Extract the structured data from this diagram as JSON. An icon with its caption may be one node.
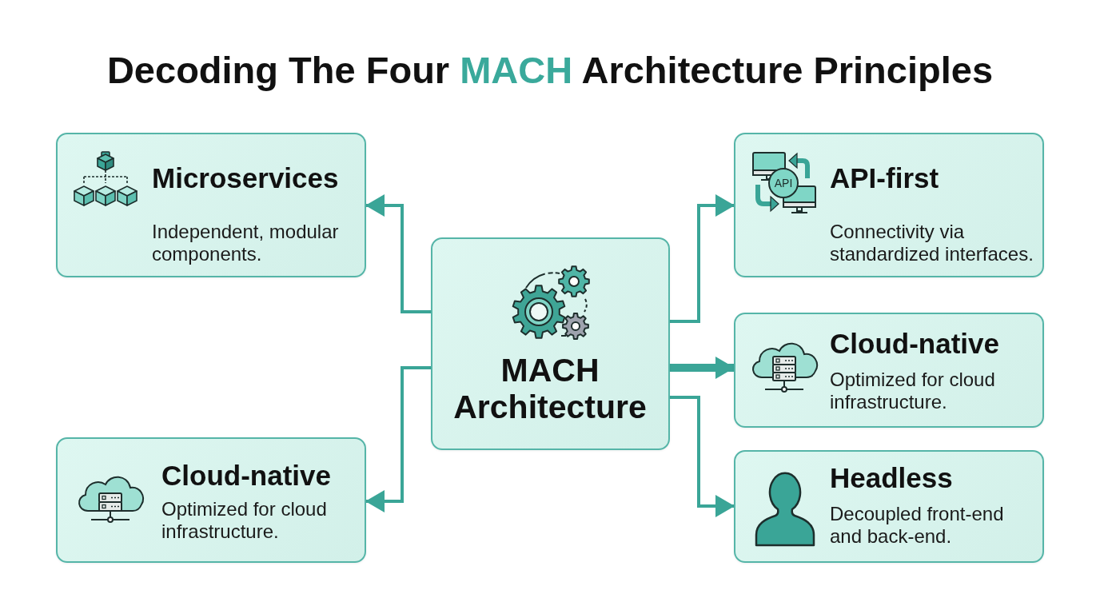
{
  "diagram": {
    "title": "Decoding The Four **MACH** Architecture Principles",
    "nodes": [
      {
        "text": [
          "Microservices",
          "Independent, modular components."
        ]
      },
      {
        "text": [
          "API-first",
          "Connectivity via standardized interfaces."
        ]
      },
      {
        "text": [
          "MACH Architecture"
        ]
      },
      {
        "text": [
          "Cloud-native",
          "Optimized for cloud infrastructure."
        ]
      },
      {
        "text": [
          "Cloud-native",
          "Optimized for cloud infrastructure."
        ]
      },
      {
        "text": [
          "Headless",
          "Decoupled front-end and back-end."
        ]
      }
    ],
    "edges": [
      {
        "from": 2,
        "to": 0,
        "arrow": "to"
      },
      {
        "from": 2,
        "to": 1,
        "arrow": "to"
      },
      {
        "from": 2,
        "to": 3,
        "arrow": "to",
        "style": "thick"
      },
      {
        "from": 2,
        "to": 4,
        "arrow": "to"
      },
      {
        "from": 2,
        "to": 5,
        "arrow": "to"
      }
    ],
    "labels": [
      "API"
    ]
  }
}
